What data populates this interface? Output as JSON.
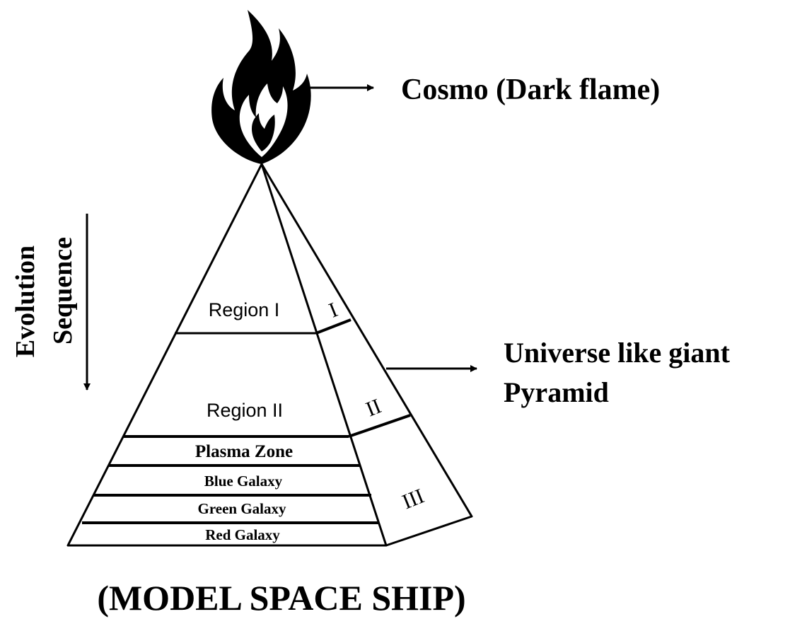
{
  "flame_label": "Cosmo (Dark flame)",
  "pyramid_label": {
    "line1": "Universe like giant",
    "line2": "Pyramid"
  },
  "evolution_label": {
    "line1": "Evolution",
    "line2": "Sequence"
  },
  "front_regions": {
    "region_1": "Region I",
    "region_2": "Region II"
  },
  "bands": {
    "plasma_zone": "Plasma Zone",
    "blue_galaxy": "Blue Galaxy",
    "green_galaxy": "Green Galaxy",
    "red_galaxy": "Red Galaxy"
  },
  "side_regions": {
    "side_1": "I",
    "side_2": "II",
    "side_3": "III"
  },
  "caption": "(MODEL SPACE SHIP)"
}
